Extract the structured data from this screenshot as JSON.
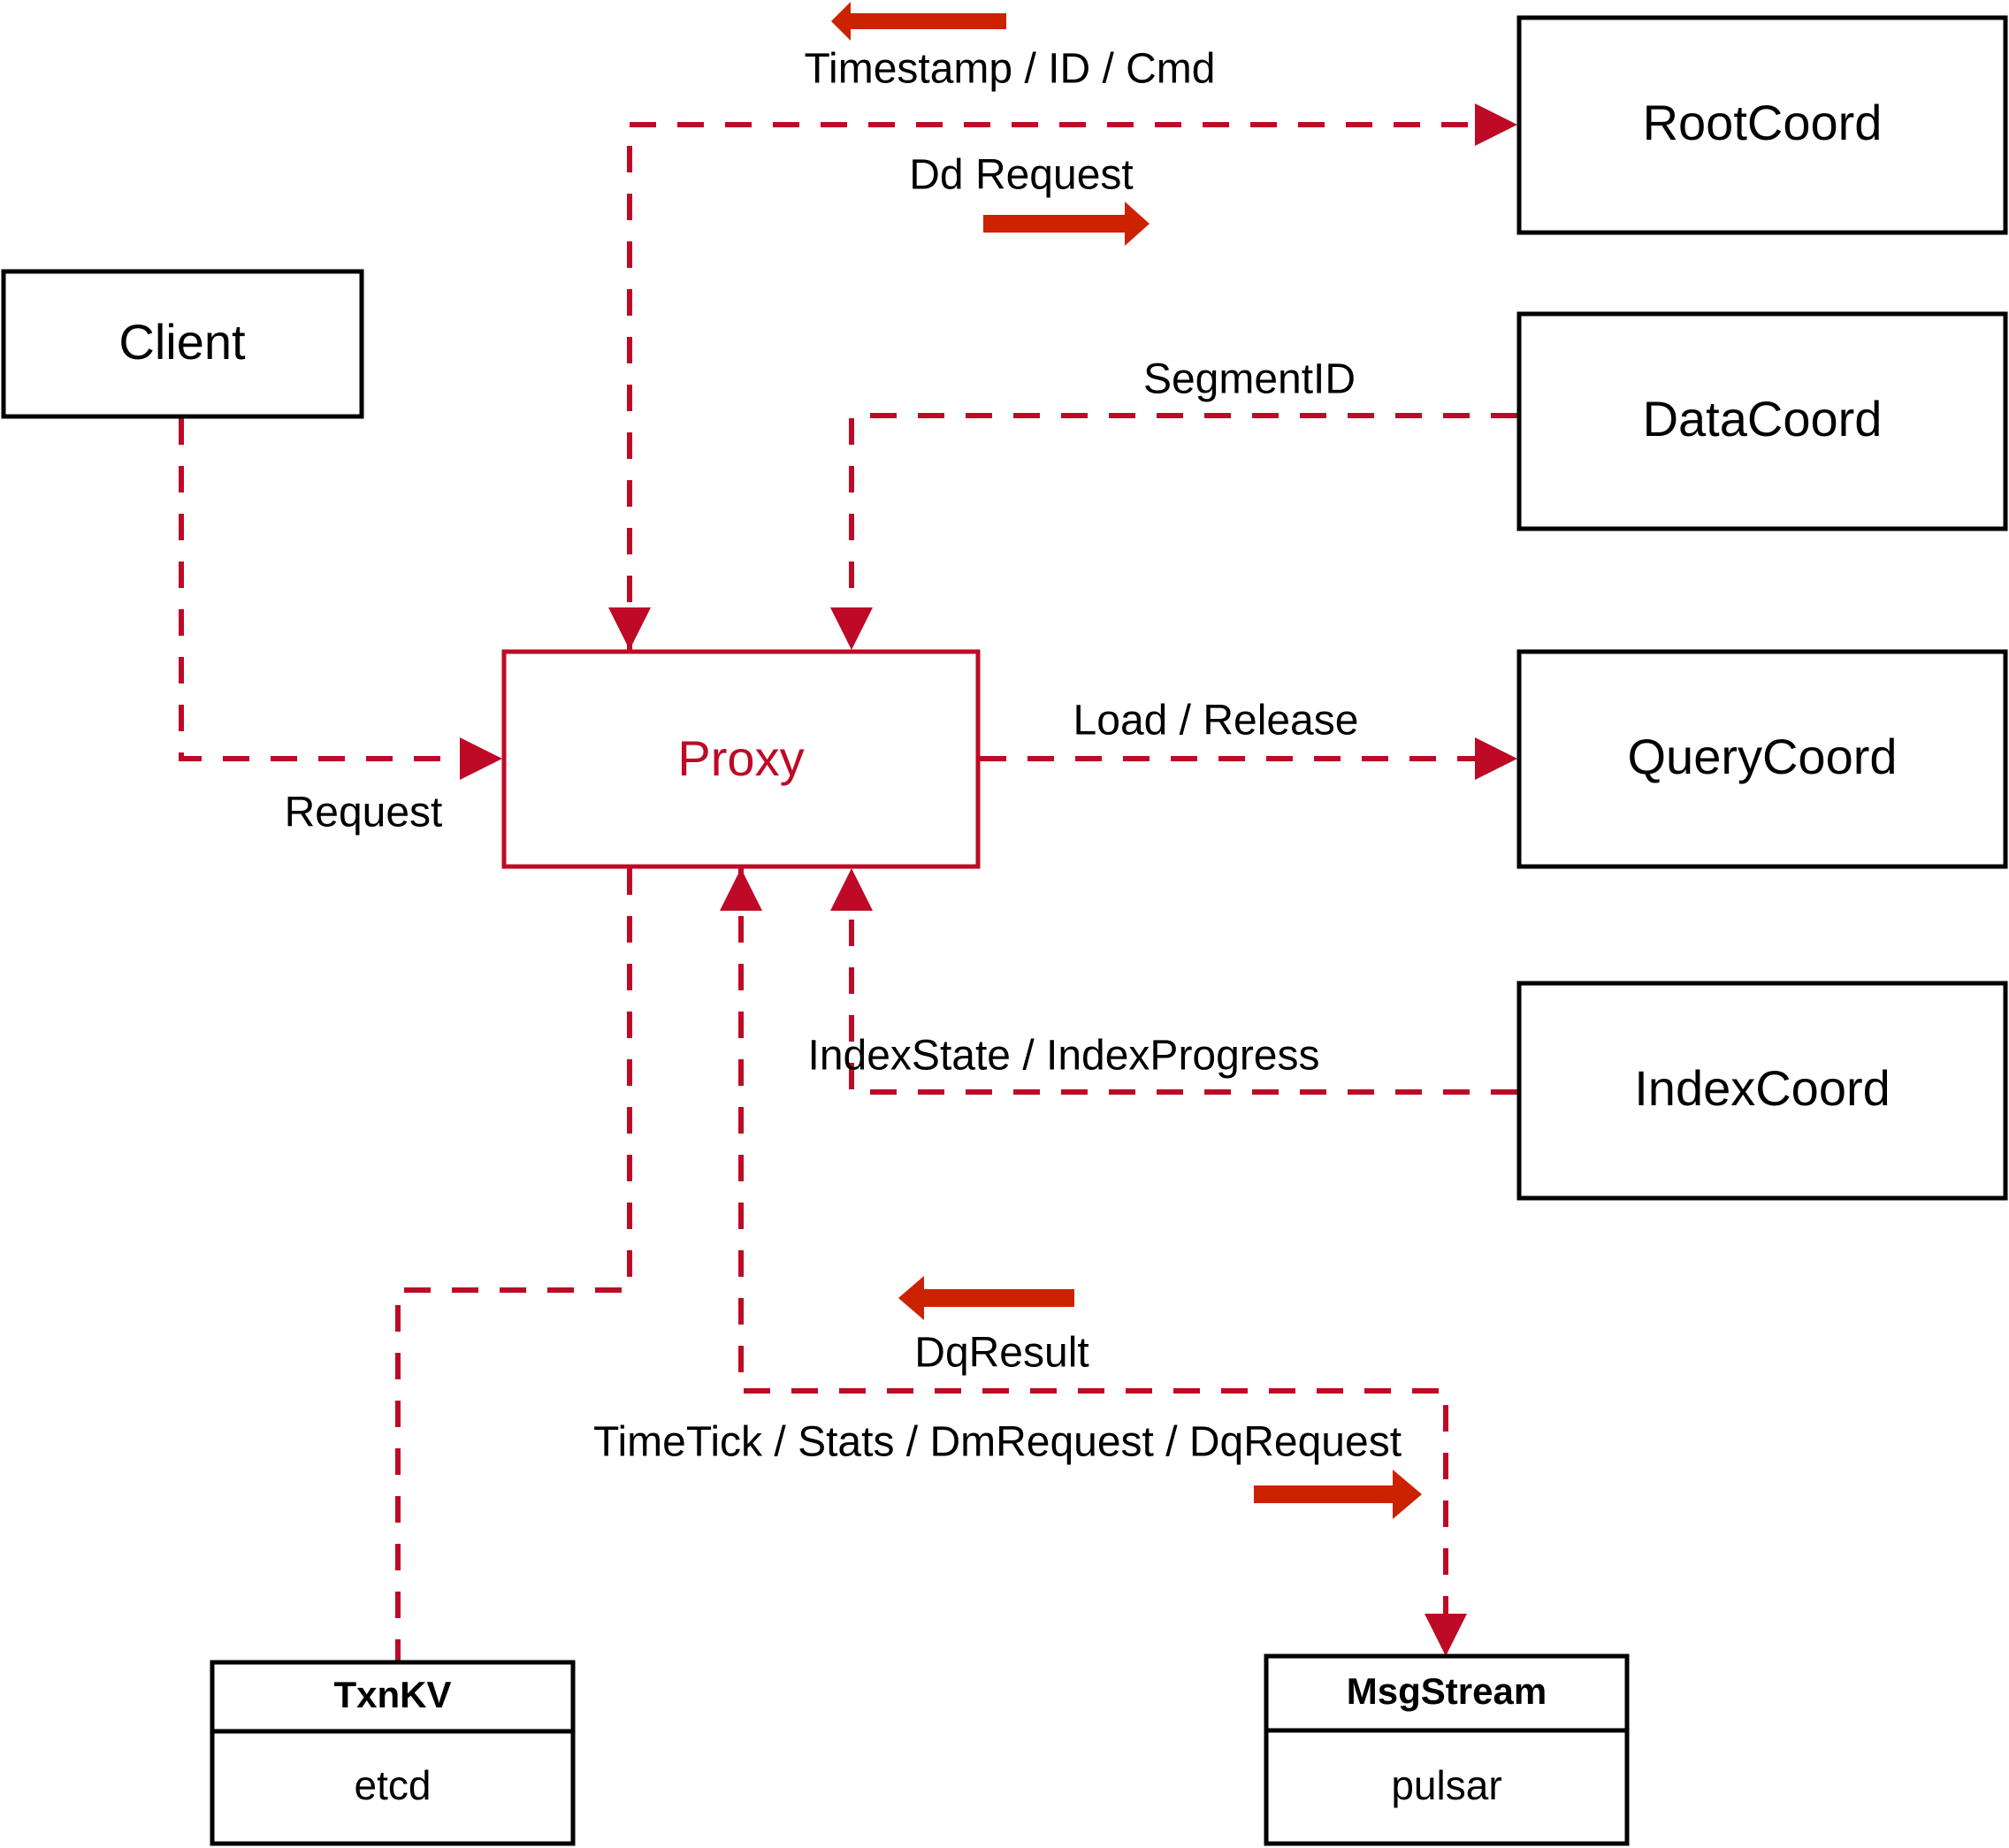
{
  "diagram": {
    "title": "Milvus Proxy Component Interaction Diagram",
    "accent_color": "#BE0A26",
    "arrow_color": "#CC2200",
    "node_color": "#000000",
    "background": "#ffffff"
  },
  "nodes": {
    "client": {
      "label": "Client"
    },
    "proxy": {
      "label": "Proxy"
    },
    "root_coord": {
      "label": "RootCoord"
    },
    "data_coord": {
      "label": "DataCoord"
    },
    "query_coord": {
      "label": "QueryCoord"
    },
    "index_coord": {
      "label": "IndexCoord"
    },
    "txnkv": {
      "title": "TxnKV",
      "impl": "etcd"
    },
    "msgstream": {
      "title": "MsgStream",
      "impl": "pulsar"
    }
  },
  "edge_labels": {
    "timestamp_id_cmd": "Timestamp / ID / Cmd",
    "dd_request": "Dd Request",
    "segment_id": "SegmentID",
    "request": "Request",
    "load_release": "Load / Release",
    "index_state_progress": "IndexState / IndexProgress",
    "dq_result": "DqResult",
    "timetick_stats": "TimeTick / Stats / DmRequest / DqRequest"
  }
}
